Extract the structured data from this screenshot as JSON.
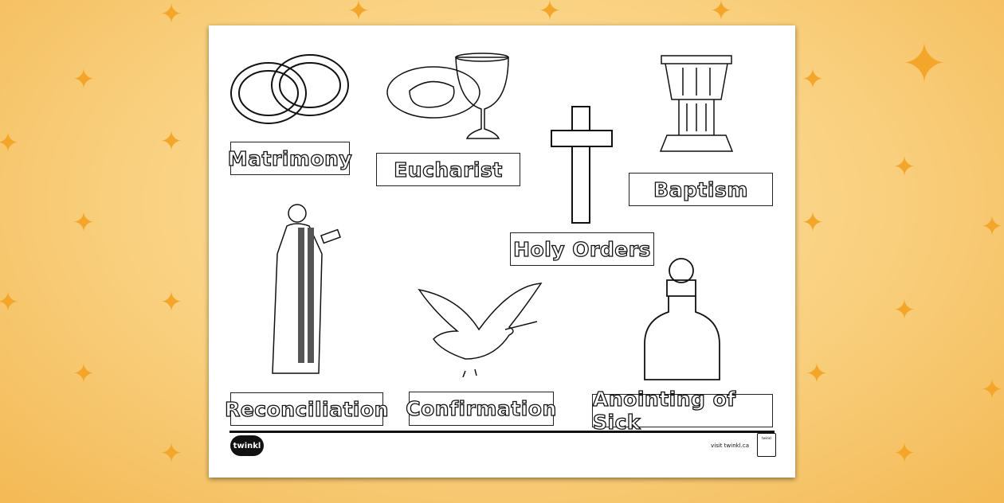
{
  "background_color": "#f9cf7d",
  "star_color": "#f3a62a",
  "worksheet": {
    "labels": {
      "matrimony": "Matrimony",
      "eucharist": "Eucharist",
      "baptism": "Baptism",
      "holy_orders": "Holy Orders",
      "reconciliation": "Reconciliation",
      "confirmation": "Confirmation",
      "anointing": "Anointing of Sick"
    },
    "footer": {
      "logo": "twinkl",
      "visit": "visit twinkl.ca",
      "badge": "twinkl"
    }
  }
}
